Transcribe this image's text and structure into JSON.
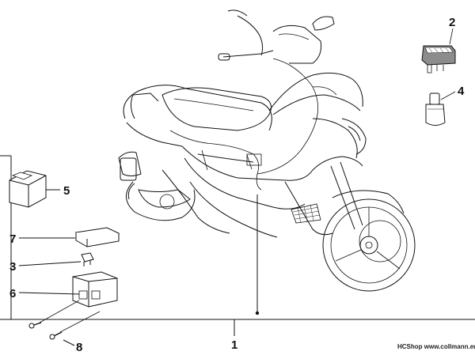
{
  "callouts": [
    {
      "id": "1",
      "label": "1"
    },
    {
      "id": "2",
      "label": "2"
    },
    {
      "id": "3",
      "label": "3"
    },
    {
      "id": "4",
      "label": "4"
    },
    {
      "id": "5",
      "label": "5"
    },
    {
      "id": "6",
      "label": "6"
    },
    {
      "id": "7",
      "label": "7"
    },
    {
      "id": "8",
      "label": "8"
    }
  ],
  "credit": "HCShop www.collmann.eu",
  "colors": {
    "line": "#111111",
    "background": "#ffffff",
    "shade": "#9a9a9a"
  }
}
